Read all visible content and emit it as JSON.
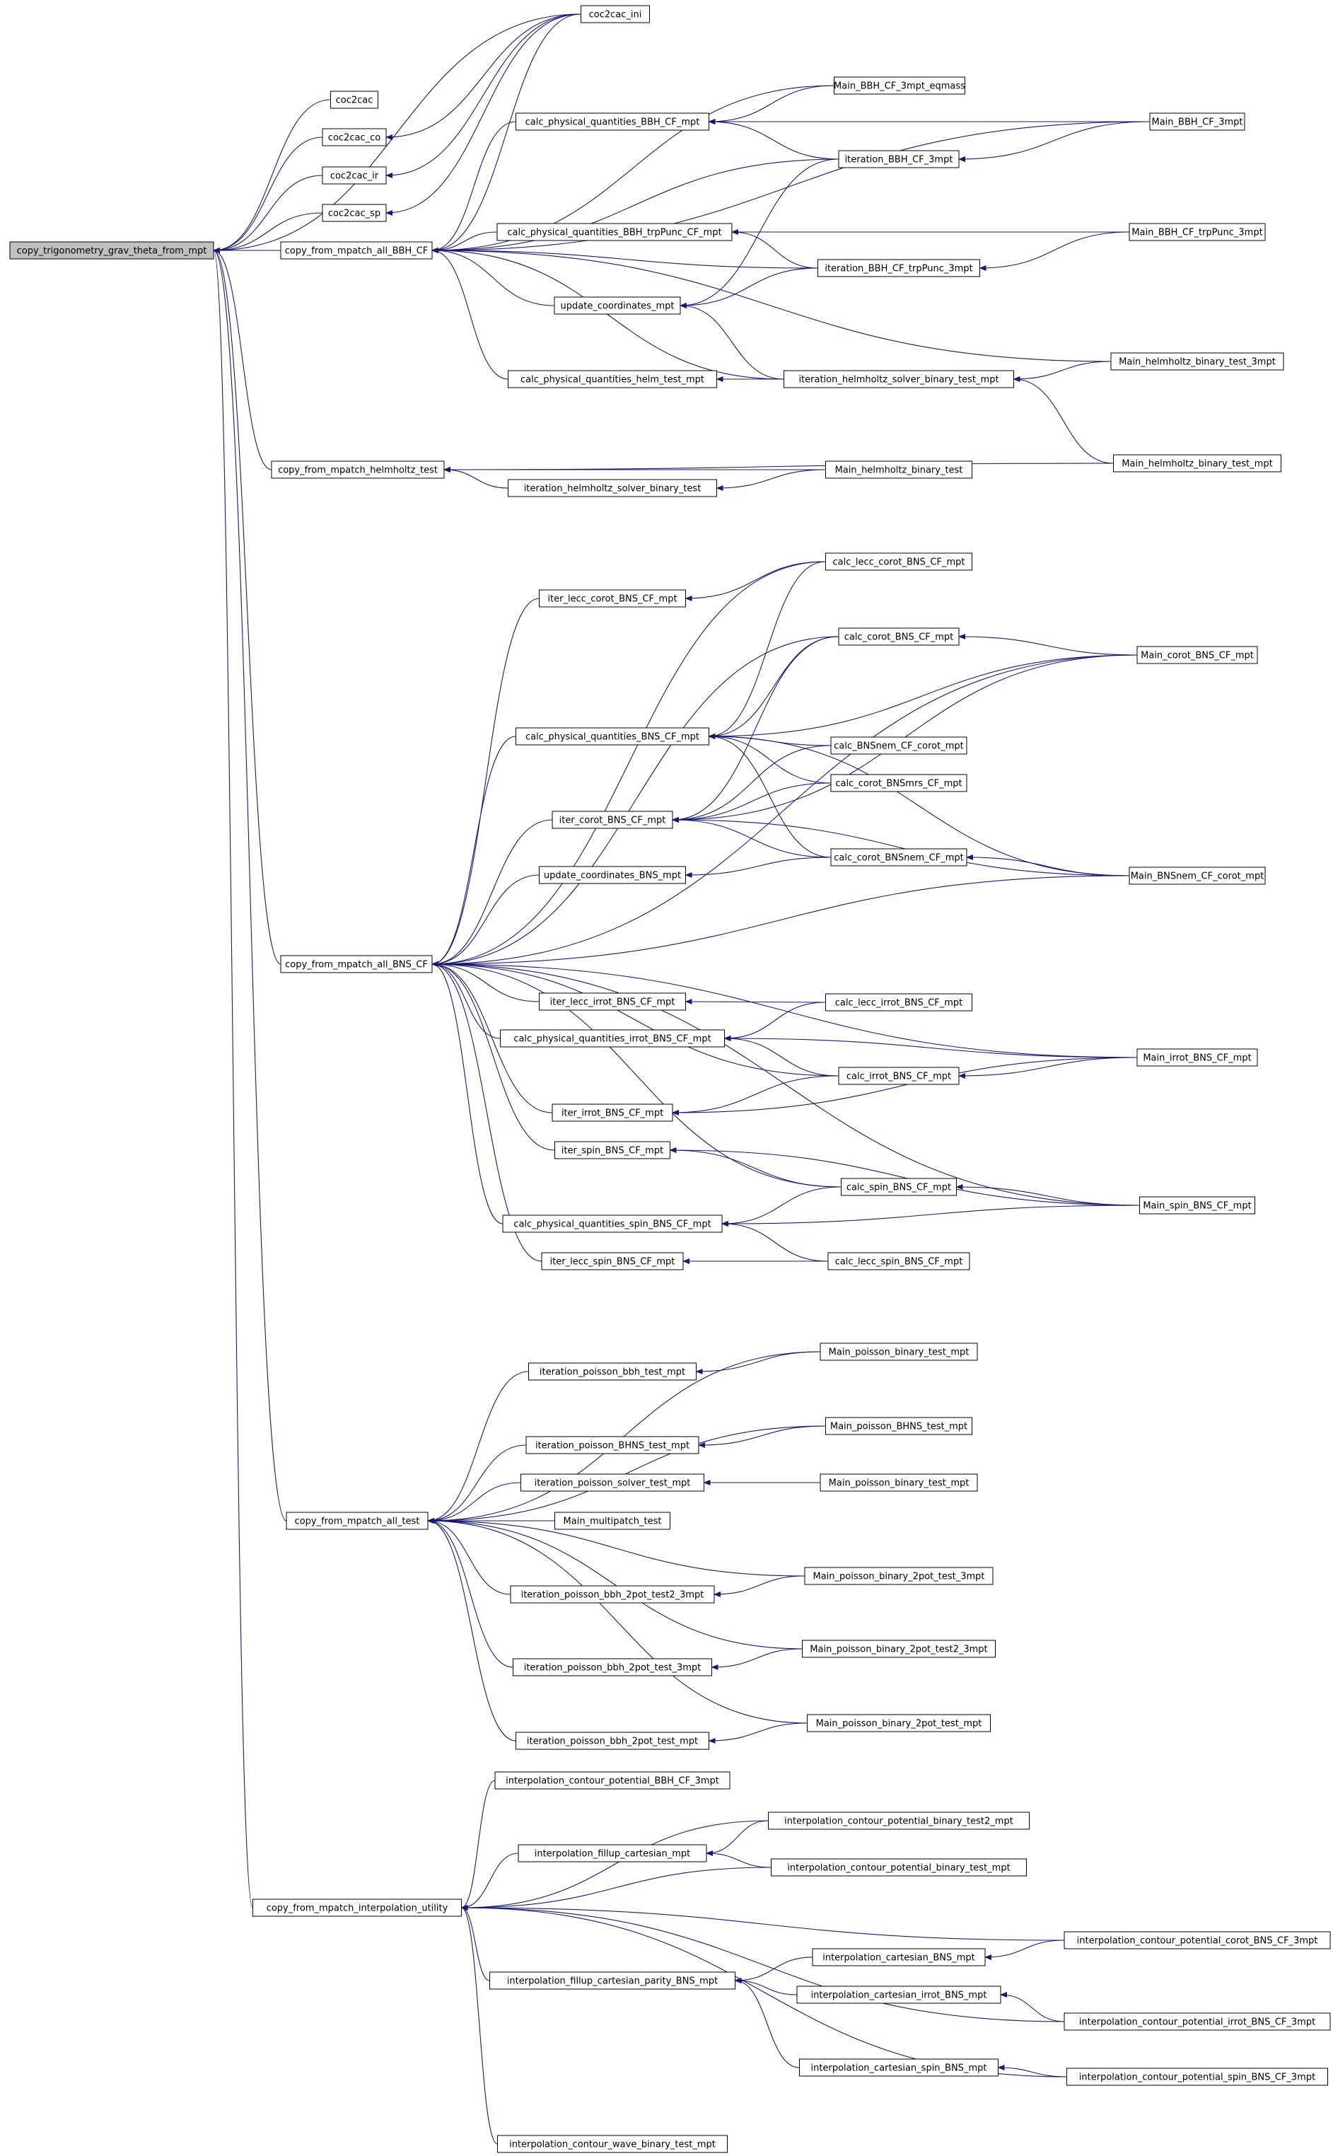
{
  "graph": {
    "root": "copy_trigonometry_grav_theta_from_mpt",
    "nodes": [
      {
        "id": "root",
        "label": "copy_trigonometry_grav_theta_from_mpt"
      },
      {
        "id": "coc2cac_ini",
        "label": "coc2cac_ini"
      },
      {
        "id": "coc2cac",
        "label": "coc2cac"
      },
      {
        "id": "coc2cac_co",
        "label": "coc2cac_co"
      },
      {
        "id": "coc2cac_ir",
        "label": "coc2cac_ir"
      },
      {
        "id": "coc2cac_sp",
        "label": "coc2cac_sp"
      },
      {
        "id": "cfm_bbh",
        "label": "copy_from_mpatch_all_BBH_CF"
      },
      {
        "id": "cpq_bbh",
        "label": "calc_physical_quantities_BBH_CF_mpt"
      },
      {
        "id": "main_bbh_eqmass",
        "label": "Main_BBH_CF_3mpt_eqmass"
      },
      {
        "id": "main_bbh_3mpt",
        "label": "Main_BBH_CF_3mpt"
      },
      {
        "id": "iter_bbh_3mpt",
        "label": "iteration_BBH_CF_3mpt"
      },
      {
        "id": "cpq_bbh_trp",
        "label": "calc_physical_quantities_BBH_trpPunc_CF_mpt"
      },
      {
        "id": "main_bbh_trp",
        "label": "Main_BBH_CF_trpPunc_3mpt"
      },
      {
        "id": "iter_bbh_trp",
        "label": "iteration_BBH_CF_trpPunc_3mpt"
      },
      {
        "id": "upd_coord",
        "label": "update_coordinates_mpt"
      },
      {
        "id": "main_helm_3mpt",
        "label": "Main_helmholtz_binary_test_3mpt"
      },
      {
        "id": "cpq_helm",
        "label": "calc_physical_quantities_helm_test_mpt"
      },
      {
        "id": "iter_helm_mpt",
        "label": "iteration_helmholtz_solver_binary_test_mpt"
      },
      {
        "id": "main_helm_mpt",
        "label": "Main_helmholtz_binary_test_mpt"
      },
      {
        "id": "cfm_helm",
        "label": "copy_from_mpatch_helmholtz_test"
      },
      {
        "id": "main_helm",
        "label": "Main_helmholtz_binary_test"
      },
      {
        "id": "iter_helm",
        "label": "iteration_helmholtz_solver_binary_test"
      },
      {
        "id": "calc_lecc_corot",
        "label": "calc_lecc_corot_BNS_CF_mpt"
      },
      {
        "id": "iter_lecc_corot",
        "label": "iter_lecc_corot_BNS_CF_mpt"
      },
      {
        "id": "calc_corot",
        "label": "calc_corot_BNS_CF_mpt"
      },
      {
        "id": "main_corot",
        "label": "Main_corot_BNS_CF_mpt"
      },
      {
        "id": "cpq_bns",
        "label": "calc_physical_quantities_BNS_CF_mpt"
      },
      {
        "id": "calc_bnsnem_corot",
        "label": "calc_BNSnem_CF_corot_mpt"
      },
      {
        "id": "calc_corot_bnsmrs",
        "label": "calc_corot_BNSmrs_CF_mpt"
      },
      {
        "id": "iter_corot",
        "label": "iter_corot_BNS_CF_mpt"
      },
      {
        "id": "calc_corot_bnsnem",
        "label": "calc_corot_BNSnem_CF_mpt"
      },
      {
        "id": "upd_coord_bns",
        "label": "update_coordinates_BNS_mpt"
      },
      {
        "id": "main_bnsnem",
        "label": "Main_BNSnem_CF_corot_mpt"
      },
      {
        "id": "cfm_bns",
        "label": "copy_from_mpatch_all_BNS_CF"
      },
      {
        "id": "iter_lecc_irrot",
        "label": "iter_lecc_irrot_BNS_CF_mpt"
      },
      {
        "id": "calc_lecc_irrot",
        "label": "calc_lecc_irrot_BNS_CF_mpt"
      },
      {
        "id": "cpq_irrot",
        "label": "calc_physical_quantities_irrot_BNS_CF_mpt"
      },
      {
        "id": "main_irrot",
        "label": "Main_irrot_BNS_CF_mpt"
      },
      {
        "id": "calc_irrot",
        "label": "calc_irrot_BNS_CF_mpt"
      },
      {
        "id": "iter_irrot",
        "label": "iter_irrot_BNS_CF_mpt"
      },
      {
        "id": "iter_spin",
        "label": "iter_spin_BNS_CF_mpt"
      },
      {
        "id": "calc_spin",
        "label": "calc_spin_BNS_CF_mpt"
      },
      {
        "id": "main_spin",
        "label": "Main_spin_BNS_CF_mpt"
      },
      {
        "id": "cpq_spin",
        "label": "calc_physical_quantities_spin_BNS_CF_mpt"
      },
      {
        "id": "iter_lecc_spin",
        "label": "iter_lecc_spin_BNS_CF_mpt"
      },
      {
        "id": "calc_lecc_spin",
        "label": "calc_lecc_spin_BNS_CF_mpt"
      },
      {
        "id": "main_poisson_bin1",
        "label": "Main_poisson_binary_test_mpt"
      },
      {
        "id": "iter_poisson_bbh",
        "label": "iteration_poisson_bbh_test_mpt"
      },
      {
        "id": "main_poisson_bhns",
        "label": "Main_poisson_BHNS_test_mpt"
      },
      {
        "id": "iter_poisson_bhns",
        "label": "iteration_poisson_BHNS_test_mpt"
      },
      {
        "id": "iter_poisson_solver",
        "label": "iteration_poisson_solver_test_mpt"
      },
      {
        "id": "main_poisson_bin2",
        "label": "Main_poisson_binary_test_mpt"
      },
      {
        "id": "cfm_test",
        "label": "copy_from_mpatch_all_test"
      },
      {
        "id": "main_multipatch",
        "label": "Main_multipatch_test"
      },
      {
        "id": "main_poisson_2pot_3mpt",
        "label": "Main_poisson_binary_2pot_test_3mpt"
      },
      {
        "id": "iter_poisson_2pot_test2",
        "label": "iteration_poisson_bbh_2pot_test2_3mpt"
      },
      {
        "id": "main_poisson_2pot_test2",
        "label": "Main_poisson_binary_2pot_test2_3mpt"
      },
      {
        "id": "iter_poisson_2pot_test",
        "label": "iteration_poisson_bbh_2pot_test_3mpt"
      },
      {
        "id": "main_poisson_2pot_mpt",
        "label": "Main_poisson_binary_2pot_test_mpt"
      },
      {
        "id": "iter_poisson_2pot_mpt",
        "label": "iteration_poisson_bbh_2pot_test_mpt"
      },
      {
        "id": "interp_contour_bbh",
        "label": "interpolation_contour_potential_BBH_CF_3mpt"
      },
      {
        "id": "interp_contour_test2",
        "label": "interpolation_contour_potential_binary_test2_mpt"
      },
      {
        "id": "interp_fillup",
        "label": "interpolation_fillup_cartesian_mpt"
      },
      {
        "id": "interp_contour_test",
        "label": "interpolation_contour_potential_binary_test_mpt"
      },
      {
        "id": "cfm_interp",
        "label": "copy_from_mpatch_interpolation_utility"
      },
      {
        "id": "interp_contour_corot",
        "label": "interpolation_contour_potential_corot_BNS_CF_3mpt"
      },
      {
        "id": "interp_cart_bns",
        "label": "interpolation_cartesian_BNS_mpt"
      },
      {
        "id": "interp_fillup_parity",
        "label": "interpolation_fillup_cartesian_parity_BNS_mpt"
      },
      {
        "id": "interp_cart_irrot",
        "label": "interpolation_cartesian_irrot_BNS_mpt"
      },
      {
        "id": "interp_contour_irrot",
        "label": "interpolation_contour_potential_irrot_BNS_CF_3mpt"
      },
      {
        "id": "interp_cart_spin",
        "label": "interpolation_cartesian_spin_BNS_mpt"
      },
      {
        "id": "interp_contour_spin",
        "label": "interpolation_contour_potential_spin_BNS_CF_3mpt"
      },
      {
        "id": "interp_contour_wave",
        "label": "interpolation_contour_wave_binary_test_mpt"
      }
    ],
    "edges": [
      [
        "coc2cac",
        "root"
      ],
      [
        "coc2cac_co",
        "root"
      ],
      [
        "coc2cac_ir",
        "root"
      ],
      [
        "coc2cac_sp",
        "root"
      ],
      [
        "cfm_bbh",
        "root"
      ],
      [
        "cfm_helm",
        "root"
      ],
      [
        "cfm_bns",
        "root"
      ],
      [
        "cfm_test",
        "root"
      ],
      [
        "cfm_interp",
        "root"
      ],
      [
        "coc2cac_ini",
        "root"
      ],
      [
        "coc2cac_ini",
        "coc2cac_co"
      ],
      [
        "coc2cac_ini",
        "coc2cac_ir"
      ],
      [
        "coc2cac_ini",
        "coc2cac_sp"
      ],
      [
        "coc2cac_ini",
        "cfm_bbh"
      ],
      [
        "main_bbh_eqmass",
        "cfm_bbh"
      ],
      [
        "main_bbh_3mpt",
        "cfm_bbh"
      ],
      [
        "cpq_bbh",
        "cfm_bbh"
      ],
      [
        "iter_bbh_3mpt",
        "cfm_bbh"
      ],
      [
        "cpq_bbh_trp",
        "cfm_bbh"
      ],
      [
        "iter_bbh_trp",
        "cfm_bbh"
      ],
      [
        "upd_coord",
        "cfm_bbh"
      ],
      [
        "main_helm_3mpt",
        "cfm_bbh"
      ],
      [
        "cpq_helm",
        "cfm_bbh"
      ],
      [
        "iter_helm_mpt",
        "cfm_bbh"
      ],
      [
        "main_bbh_eqmass",
        "cpq_bbh"
      ],
      [
        "main_bbh_3mpt",
        "cpq_bbh"
      ],
      [
        "iter_bbh_3mpt",
        "cpq_bbh"
      ],
      [
        "main_bbh_3mpt",
        "iter_bbh_3mpt"
      ],
      [
        "iter_bbh_3mpt",
        "upd_coord"
      ],
      [
        "main_bbh_trp",
        "cpq_bbh_trp"
      ],
      [
        "iter_bbh_trp",
        "cpq_bbh_trp"
      ],
      [
        "main_bbh_trp",
        "iter_bbh_trp"
      ],
      [
        "iter_bbh_trp",
        "upd_coord"
      ],
      [
        "iter_helm_mpt",
        "upd_coord"
      ],
      [
        "iter_helm_mpt",
        "cpq_helm"
      ],
      [
        "main_helm_3mpt",
        "iter_helm_mpt"
      ],
      [
        "main_helm_mpt",
        "iter_helm_mpt"
      ],
      [
        "main_helm",
        "cfm_helm"
      ],
      [
        "iter_helm",
        "cfm_helm"
      ],
      [
        "main_helm_mpt",
        "cfm_helm"
      ],
      [
        "main_helm",
        "iter_helm"
      ],
      [
        "calc_lecc_corot",
        "cfm_bns"
      ],
      [
        "iter_lecc_corot",
        "cfm_bns"
      ],
      [
        "calc_corot",
        "cfm_bns"
      ],
      [
        "main_corot",
        "cfm_bns"
      ],
      [
        "cpq_bns",
        "cfm_bns"
      ],
      [
        "iter_corot",
        "cfm_bns"
      ],
      [
        "upd_coord_bns",
        "cfm_bns"
      ],
      [
        "main_bnsnem",
        "cfm_bns"
      ],
      [
        "main_irrot",
        "cfm_bns"
      ],
      [
        "iter_lecc_irrot",
        "cfm_bns"
      ],
      [
        "cpq_irrot",
        "cfm_bns"
      ],
      [
        "calc_irrot",
        "cfm_bns"
      ],
      [
        "iter_irrot",
        "cfm_bns"
      ],
      [
        "iter_spin",
        "cfm_bns"
      ],
      [
        "calc_spin",
        "cfm_bns"
      ],
      [
        "cpq_spin",
        "cfm_bns"
      ],
      [
        "iter_lecc_spin",
        "cfm_bns"
      ],
      [
        "main_spin",
        "cfm_bns"
      ],
      [
        "calc_lecc_corot",
        "iter_lecc_corot"
      ],
      [
        "calc_lecc_corot",
        "cpq_bns"
      ],
      [
        "calc_corot",
        "cpq_bns"
      ],
      [
        "main_corot",
        "cpq_bns"
      ],
      [
        "calc_bnsnem_corot",
        "cpq_bns"
      ],
      [
        "calc_corot_bnsmrs",
        "cpq_bns"
      ],
      [
        "calc_corot_bnsnem",
        "cpq_bns"
      ],
      [
        "main_bnsnem",
        "cpq_bns"
      ],
      [
        "main_corot",
        "calc_corot"
      ],
      [
        "calc_corot",
        "iter_corot"
      ],
      [
        "main_corot",
        "iter_corot"
      ],
      [
        "calc_bnsnem_corot",
        "iter_corot"
      ],
      [
        "calc_corot_bnsmrs",
        "iter_corot"
      ],
      [
        "calc_corot_bnsnem",
        "iter_corot"
      ],
      [
        "main_bnsnem",
        "iter_corot"
      ],
      [
        "calc_corot_bnsnem",
        "upd_coord_bns"
      ],
      [
        "main_bnsnem",
        "calc_corot_bnsnem"
      ],
      [
        "calc_lecc_irrot",
        "iter_lecc_irrot"
      ],
      [
        "calc_lecc_irrot",
        "cpq_irrot"
      ],
      [
        "main_irrot",
        "cpq_irrot"
      ],
      [
        "calc_irrot",
        "cpq_irrot"
      ],
      [
        "main_irrot",
        "calc_irrot"
      ],
      [
        "calc_irrot",
        "iter_irrot"
      ],
      [
        "main_irrot",
        "iter_irrot"
      ],
      [
        "calc_spin",
        "iter_spin"
      ],
      [
        "main_spin",
        "iter_spin"
      ],
      [
        "calc_spin",
        "cpq_spin"
      ],
      [
        "main_spin",
        "cpq_spin"
      ],
      [
        "main_spin",
        "calc_spin"
      ],
      [
        "calc_lecc_spin",
        "cpq_spin"
      ],
      [
        "calc_lecc_spin",
        "iter_lecc_spin"
      ],
      [
        "main_poisson_bin1",
        "cfm_test"
      ],
      [
        "iter_poisson_bbh",
        "cfm_test"
      ],
      [
        "main_poisson_bhns",
        "cfm_test"
      ],
      [
        "iter_poisson_bhns",
        "cfm_test"
      ],
      [
        "iter_poisson_solver",
        "cfm_test"
      ],
      [
        "main_multipatch",
        "cfm_test"
      ],
      [
        "main_poisson_2pot_3mpt",
        "cfm_test"
      ],
      [
        "iter_poisson_2pot_test2",
        "cfm_test"
      ],
      [
        "main_poisson_2pot_test2",
        "cfm_test"
      ],
      [
        "iter_poisson_2pot_test",
        "cfm_test"
      ],
      [
        "main_poisson_2pot_mpt",
        "cfm_test"
      ],
      [
        "iter_poisson_2pot_mpt",
        "cfm_test"
      ],
      [
        "main_poisson_bin1",
        "iter_poisson_bbh"
      ],
      [
        "main_poisson_bhns",
        "iter_poisson_bhns"
      ],
      [
        "main_poisson_bin2",
        "iter_poisson_solver"
      ],
      [
        "main_poisson_2pot_3mpt",
        "iter_poisson_2pot_test2"
      ],
      [
        "main_poisson_2pot_test2",
        "iter_poisson_2pot_test"
      ],
      [
        "main_poisson_2pot_mpt",
        "iter_poisson_2pot_mpt"
      ],
      [
        "interp_contour_bbh",
        "cfm_interp"
      ],
      [
        "interp_contour_test2",
        "cfm_interp"
      ],
      [
        "interp_fillup",
        "cfm_interp"
      ],
      [
        "interp_contour_test",
        "cfm_interp"
      ],
      [
        "interp_contour_corot",
        "cfm_interp"
      ],
      [
        "interp_fillup_parity",
        "cfm_interp"
      ],
      [
        "interp_contour_irrot",
        "cfm_interp"
      ],
      [
        "interp_contour_spin",
        "cfm_interp"
      ],
      [
        "interp_contour_wave",
        "cfm_interp"
      ],
      [
        "interp_contour_test2",
        "interp_fillup"
      ],
      [
        "interp_contour_test",
        "interp_fillup"
      ],
      [
        "interp_cart_bns",
        "interp_fillup_parity"
      ],
      [
        "interp_cart_irrot",
        "interp_fillup_parity"
      ],
      [
        "interp_cart_spin",
        "interp_fillup_parity"
      ],
      [
        "interp_contour_corot",
        "interp_cart_bns"
      ],
      [
        "interp_contour_irrot",
        "interp_cart_irrot"
      ],
      [
        "interp_contour_spin",
        "interp_cart_spin"
      ]
    ]
  }
}
